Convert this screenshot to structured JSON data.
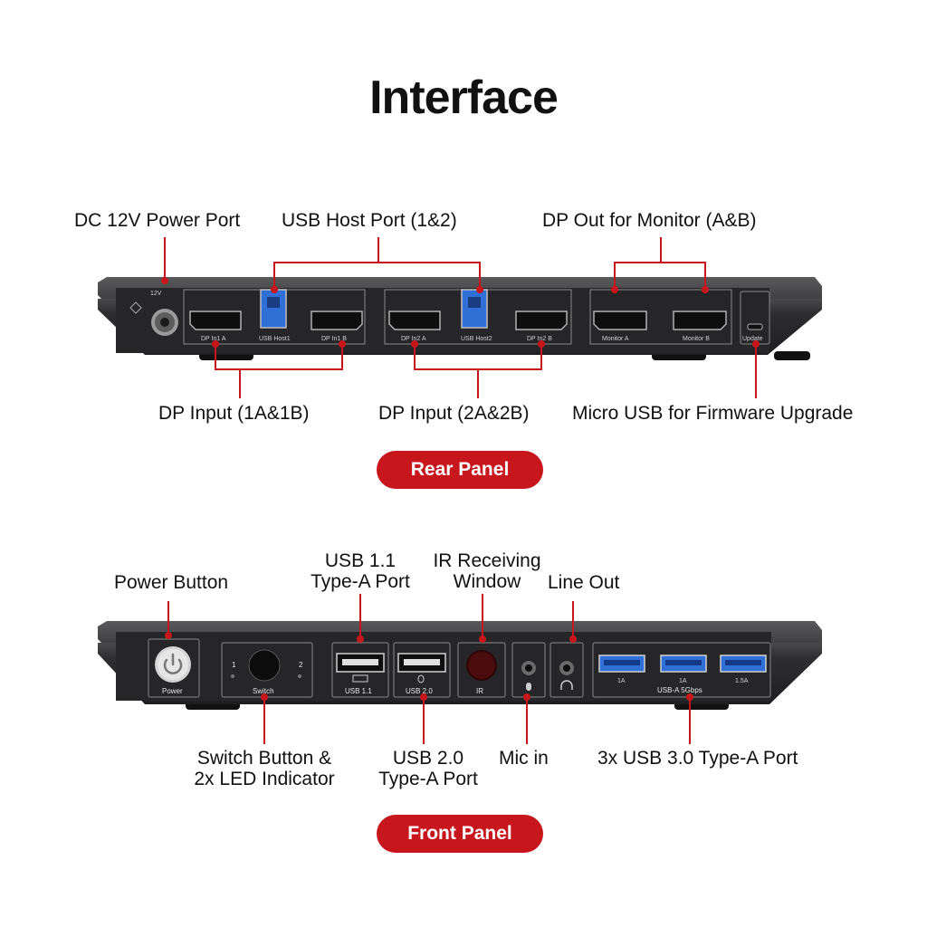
{
  "title": "Interface",
  "rear": {
    "badge": "Rear Panel",
    "labels": {
      "dc_power": "DC 12V Power Port",
      "usb_host": "USB Host Port (1&2)",
      "dp_out": "DP Out for Monitor (A&B)",
      "dp_input_1": "DP Input (1A&1B)",
      "dp_input_2": "DP Input (2A&2B)",
      "micro_usb": "Micro USB for Firmware Upgrade"
    },
    "port_text": {
      "dp_in1a": "DP In1 A",
      "usb_host1": "USB Host1",
      "dp_in1b": "DP In1 B",
      "dp_in2a": "DP In2 A",
      "usb_host2": "USB Host2",
      "dp_in2b": "DP In2 B",
      "monitor_a": "Monitor A",
      "monitor_b": "Monitor B",
      "update": "Update",
      "voltage": "12V"
    }
  },
  "front": {
    "badge": "Front Panel",
    "labels": {
      "power_button": "Power Button",
      "usb11_line1": "USB 1.1",
      "usb11_line2": "Type-A Port",
      "ir_line1": "IR Receiving",
      "ir_line2": "Window",
      "line_out": "Line Out",
      "switch_line1": "Switch Button &",
      "switch_line2": "2x LED Indicator",
      "usb20_line1": "USB 2.0",
      "usb20_line2": "Type-A Port",
      "mic_in": "Mic in",
      "usb30": "3x USB 3.0 Type-A Port"
    },
    "port_text": {
      "power": "Power",
      "switch": "Switch",
      "led1": "1",
      "led2": "2",
      "usb11": "USB 1.1",
      "usb20": "USB 2.0",
      "ir": "IR",
      "usb_a1": "1A",
      "usb_a2": "1A",
      "usb_a3": "1.5A",
      "usb_a_group": "USB-A 5Gbps"
    }
  },
  "colors": {
    "accent": "#c8161d",
    "device_body": "#3a3a3c",
    "device_face": "#2b2b2d",
    "usb_blue": "#2f6fd6"
  }
}
